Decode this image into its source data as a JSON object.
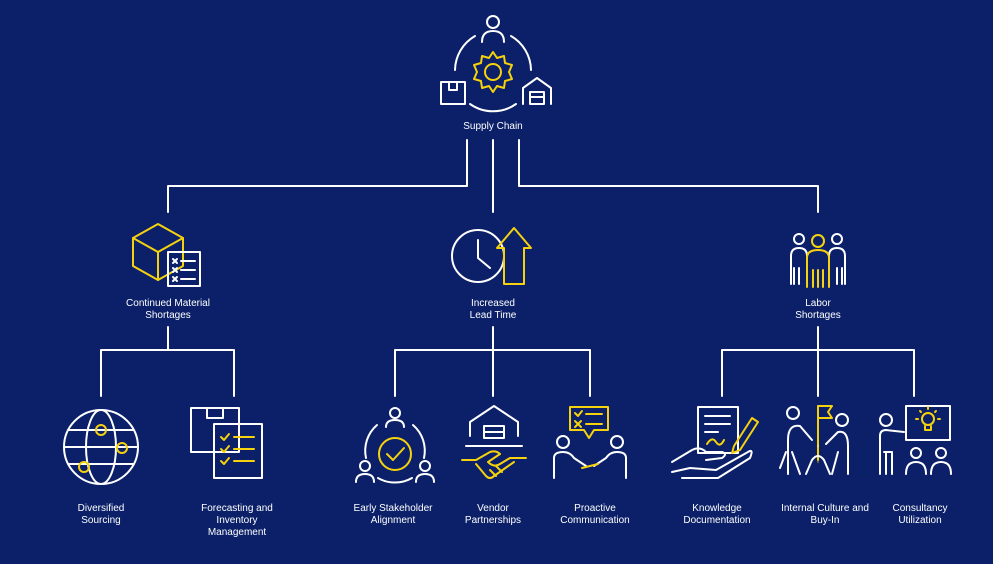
{
  "colors": {
    "background": "#0b2068",
    "line": "#ffffff",
    "accent": "#f5d20d"
  },
  "root": {
    "label": "Supply Chain",
    "icon": "supply-chain-icon"
  },
  "branches": [
    {
      "label": "Continued Material\nShortages",
      "icon": "box-checklist-icon",
      "children": [
        {
          "label": "Diversified\nSourcing",
          "icon": "globe-network-icon"
        },
        {
          "label": "Forecasting and\nInventory\nManagement",
          "icon": "inventory-checklist-icon"
        }
      ]
    },
    {
      "label": "Increased\nLead Time",
      "icon": "clock-arrow-up-icon",
      "children": [
        {
          "label": "Early Stakeholder\nAlignment",
          "icon": "stakeholder-circle-icon"
        },
        {
          "label": "Vendor\nPartnerships",
          "icon": "handshake-warehouse-icon"
        },
        {
          "label": "Proactive\nCommunication",
          "icon": "chat-people-icon"
        }
      ]
    },
    {
      "label": "Labor\nShortages",
      "icon": "workers-group-icon",
      "children": [
        {
          "label": "Knowledge\nDocumentation",
          "icon": "document-hand-icon"
        },
        {
          "label": "Internal Culture and\nBuy-In",
          "icon": "team-flag-icon"
        },
        {
          "label": "Consultancy\nUtilization",
          "icon": "presentation-bulb-icon"
        }
      ]
    }
  ]
}
